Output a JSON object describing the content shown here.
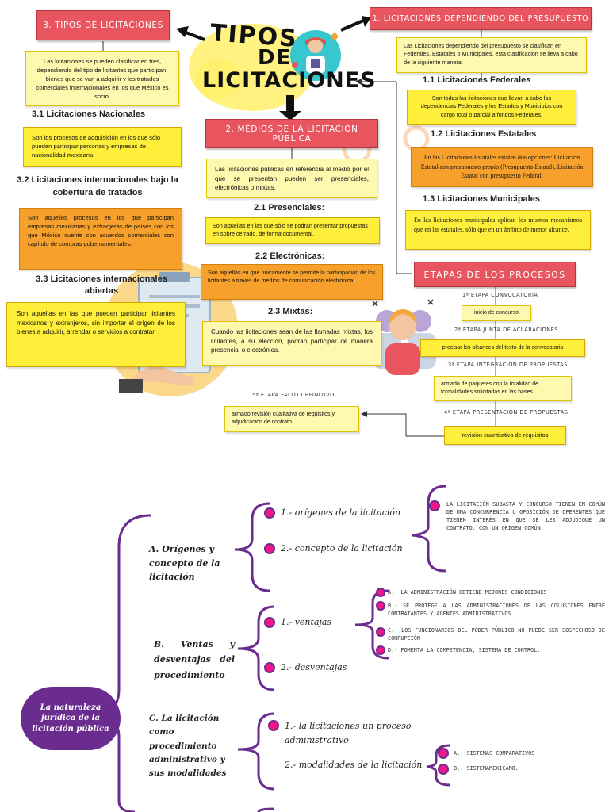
{
  "title": {
    "line1": "TIPOS",
    "line2": "DE",
    "line3": "LICITACIONES"
  },
  "sec3": {
    "header": "3. TIPOS DE LICITACIONES",
    "intro": "Las licitaciones se pueden clasificar en tres, dependiendo del tipo de licitantes que participan, bienes que se van a adquirir y los tratados comerciales internacionales en los que México es socio.",
    "s31_title": "3.1 Licitaciones Nacionales",
    "s31_text": "Son los procesos de adquisición en los que sólo pueden participar personas y empresas de nacionalidad mexicana.",
    "s32_title": "3.2 Licitaciones internacionales bajo la cobertura de tratados",
    "s32_text": "Son aquellos procesos en los que participan empresas mexicanas y extranjeras de países con los que México cuente con acuerdos comerciales con capítulo de compras gubernamentales.",
    "s33_title": "3.3 Licitaciones internacionales abiertas",
    "s33_text": "Son aquellas en las que pueden participar licitantes mexicanos y extranjeros, sin importar el origen de los bienes a adquirir, arrendar o servicios a contratar."
  },
  "sec1": {
    "header": "1. LICITACIONES DEPENDIENDO DEL PRESUPUESTO",
    "intro": "Las Licitaciones dependiendo del presupuesto se clasifican en Federales, Estatales o Municipales, esta clasificación se lleva a cabo de la siguiente manera.",
    "s11_title": "1.1 Licitaciones Federales",
    "s11_text": "Son todas las licitaciones que llevan a cabo las dependencias Federales y los Estados y Municipios con cargo total o parcial a fondos Federales.",
    "s12_title": "1.2 Licitaciones Estatales",
    "s12_text": "En las Licitaciones Estatales existen dos opciones: Licitación Estatal con presupuesto propio (Presupuesto Estatal). Licitación Estatal con presupuesto Federal.",
    "s13_title": "1.3 Licitaciones Municipales",
    "s13_text": "En las licitaciones municipales aplican los mismos mecanismos que en las estatales, sólo que en un ámbito de menor alcance."
  },
  "sec2": {
    "header": "2. MEDIOS DE LA LICITACIÓN PÚBLICA",
    "intro": "Las licitaciones públicas en referencia al medio por el que se presentan pueden ser presenciales, electrónicas o mixtas.",
    "s21_title": "2.1 Presenciales:",
    "s21_text": "Son aquellas en las que sólo se podrán presentar propuestas en sobre cerrado, de forma documental.",
    "s22_title": "2.2 Electrónicas:",
    "s22_text": "Son aquellas en que únicamente se permite la participación de los licitantes a través de medios de comunicación electrónica.",
    "s23_title": "2.3 Mixtas:",
    "s23_text": "Cuando las licitaciones sean de las llamadas mixtas, los licitantes, a su elección, podrán participar de manera presencial o electrónica."
  },
  "etapas": {
    "header": "ETAPAS DE LOS PROCESOS",
    "step1_label": "1ª ETAPA CONVOCATORIA",
    "step1_text": "inicio de concurso",
    "step2_label": "2ª ETAPA JUNTA DE ACLARACIONES",
    "step2_text": "precisar los alcances del texto de la convocatoria",
    "step3_label": "3ª ETAPA INTEGRACIÓN DE PROPUESTAS",
    "step3_text": "armado de paquetes con la totalidad de formalidades solicitadas en las bases",
    "step4_label": "4ª ETAPA PRESENTACIÓN DE PROPUESTAS",
    "step4_text": "revisión cuantitativa de requisitos",
    "step5_label": "5ª ETAPA FALLO DEFINITIVO",
    "step5_text": "armado revisión cualitativa de requisitos y adjudicación de contrato"
  },
  "mindmap": {
    "center": "La naturaleza jurídica de la licitación pública",
    "a_title": "A. Orígenes y concepto de la licitación",
    "a1": "1.- orígenes de la licitación",
    "a2": "2.- concepto de la licitación",
    "a_detail": "La licitación subasta y concurso tienen en común de una concurrencia u oposición de oferentes que tienen interés en que se les adjudique un contrato, con un origen común.",
    "b_title": "B. Ventas y desventajas del procedimiento",
    "b1": "1.- ventajas",
    "b2": "2.- desventajas",
    "b_items": [
      "A.- La administración obtiene mejores condiciones",
      "B.- Se protege a las administraciones de las colusiones entre contratantes y agentes administrativos",
      "C.- Los funcionarios del poder público no puede ser sospechoso de corrupción",
      "D.- Fomenta la competencia, sistema de control."
    ],
    "c_title": "C. La licitación como procedimiento administrativo y sus modalidades",
    "c1": "1.- la licitaciones un proceso administrativo",
    "c2": "2.- modalidades de la licitación",
    "c_items": [
      "A.- Sistemas comparativos",
      "B.- Sistemamexicano."
    ]
  },
  "colors": {
    "header_red": "#e8555f",
    "yellow": "#ffef3a",
    "orange": "#f7a12c",
    "purple": "#6a2c8e",
    "pink": "#f2168b"
  }
}
